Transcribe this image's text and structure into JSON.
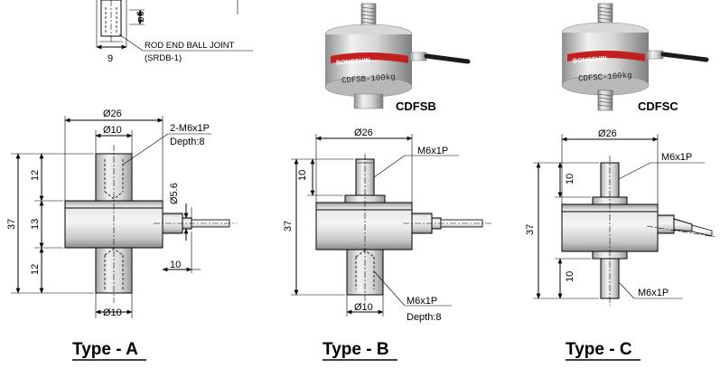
{
  "top_fragment": {
    "label_rod_end": "ROD END BALL JOINT",
    "label_part": "(SRDB-1)",
    "dim_9": "9",
    "dim_phi6": "ø6"
  },
  "photos": {
    "b": {
      "caption": "CDFSB",
      "brand": "BONGSHIN",
      "model": "CDFSB-100kg"
    },
    "c": {
      "caption": "CDFSC",
      "brand": "BONGSHIN",
      "model": "CDFSC-100kg"
    }
  },
  "type_a": {
    "title": "Type - A",
    "dim_phi26": "Ø26",
    "dim_phi10_top": "Ø10",
    "thread_note_1": "2-M6x1P",
    "thread_note_2": "Depth:8",
    "dim_phi5_6": "Ø5.6",
    "dim_37": "37",
    "dim_12_top": "12",
    "dim_13": "13",
    "dim_12_bottom": "12",
    "dim_10": "10",
    "dim_phi10_bottom": "Ø10"
  },
  "type_b": {
    "title": "Type - B",
    "dim_phi26": "Ø26",
    "thread_top": "M6x1P",
    "dim_10": "10",
    "dim_37": "37",
    "thread_bottom_1": "M6x1P",
    "thread_bottom_2": "Depth:8",
    "dim_phi10": "Ø10"
  },
  "type_c": {
    "title": "Type - C",
    "dim_phi26": "Ø26",
    "thread_top": "M6x1P",
    "dim_10_top": "10",
    "dim_37": "37",
    "dim_10_bottom": "10",
    "thread_bottom": "M6x1P"
  }
}
